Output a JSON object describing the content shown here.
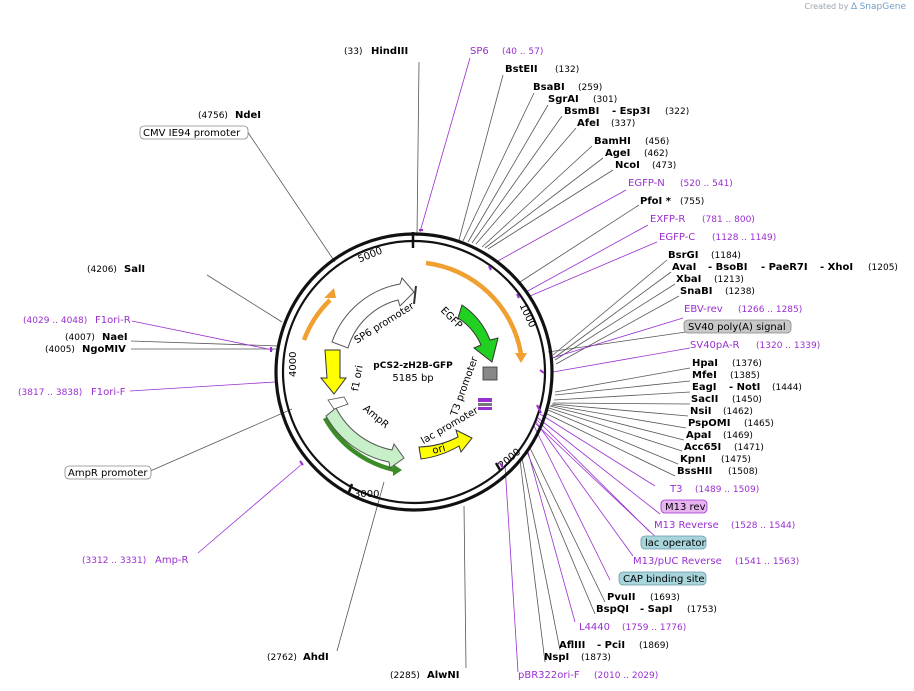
{
  "brand": {
    "created_by": "Created by",
    "product": "SnapGene"
  },
  "plasmid": {
    "name": "pCS2-zH2B-GFP",
    "size": "5185 bp",
    "length": 5185
  },
  "ticks": [
    "1000",
    "2000",
    "3000",
    "4000",
    "5000"
  ],
  "sites_right": [
    {
      "name": "BstEII",
      "pos": "(132)"
    },
    {
      "name": "BsaBI",
      "pos": "(259)"
    },
    {
      "name": "SgrAI",
      "pos": "(301)"
    },
    {
      "name": "BsmBI",
      "name2": "- Esp3I",
      "pos": "(322)"
    },
    {
      "name": "AfeI",
      "pos": "(337)"
    },
    {
      "name": "BamHI",
      "pos": "(456)"
    },
    {
      "name": "AgeI",
      "pos": "(462)"
    },
    {
      "name": "NcoI",
      "pos": "(473)"
    },
    {
      "name": "PfoI *",
      "pos": "(755)"
    },
    {
      "name": "BsrGI",
      "pos": "(1184)"
    },
    {
      "name": "AvaI",
      "name2": "- BsoBI",
      "name3": "- PaeR7I",
      "name4": "- XhoI",
      "pos": "(1205)"
    },
    {
      "name": "XbaI",
      "pos": "(1213)"
    },
    {
      "name": "SnaBI",
      "pos": "(1238)"
    },
    {
      "name": "HpaI",
      "pos": "(1376)"
    },
    {
      "name": "MfeI",
      "pos": "(1385)"
    },
    {
      "name": "EagI",
      "name2": "- NotI",
      "pos": "(1444)"
    },
    {
      "name": "SacII",
      "pos": "(1450)"
    },
    {
      "name": "NsiI",
      "pos": "(1462)"
    },
    {
      "name": "PspOMI",
      "pos": "(1465)"
    },
    {
      "name": "ApaI",
      "pos": "(1469)"
    },
    {
      "name": "Acc65I",
      "pos": "(1471)"
    },
    {
      "name": "KpnI",
      "pos": "(1475)"
    },
    {
      "name": "BssHII",
      "pos": "(1508)"
    },
    {
      "name": "PvuII",
      "pos": "(1693)"
    },
    {
      "name": "BspQI",
      "name2": "- SapI",
      "pos": "(1753)"
    },
    {
      "name": "AflIII",
      "name2": "- PciI",
      "pos": "(1869)"
    },
    {
      "name": "NspI",
      "pos": "(1873)"
    }
  ],
  "sites_left": [
    {
      "name": "HindIII",
      "pos": "(33)"
    },
    {
      "name": "NdeI",
      "pos": "(4756)"
    },
    {
      "name": "SalI",
      "pos": "(4206)"
    },
    {
      "name": "NaeI",
      "pos": "(4007)"
    },
    {
      "name": "NgoMIV",
      "pos": "(4005)"
    },
    {
      "name": "AhdI",
      "pos": "(2762)"
    },
    {
      "name": "AlwNI",
      "pos": "(2285)"
    }
  ],
  "primers": [
    {
      "name": "SP6",
      "pos": "(40 .. 57)"
    },
    {
      "name": "EGFP-N",
      "pos": "(520 .. 541)"
    },
    {
      "name": "EXFP-R",
      "pos": "(781 .. 800)"
    },
    {
      "name": "EGFP-C",
      "pos": "(1128 .. 1149)"
    },
    {
      "name": "EBV-rev",
      "pos": "(1266 .. 1285)"
    },
    {
      "name": "SV40pA-R",
      "pos": "(1320 .. 1339)"
    },
    {
      "name": "T3",
      "pos": "(1489 .. 1509)"
    },
    {
      "name": "M13 Reverse",
      "pos": "(1528 .. 1544)"
    },
    {
      "name": "M13/pUC Reverse",
      "pos": "(1541 .. 1563)"
    },
    {
      "name": "L4440",
      "pos": "(1759 .. 1776)"
    },
    {
      "name": "pBR322ori-F",
      "pos": "(2010 .. 2029)"
    },
    {
      "name": "F1ori-R",
      "pos": "(4029 .. 4048)"
    },
    {
      "name": "F1ori-F",
      "pos": "(3817 .. 3838)"
    },
    {
      "name": "Amp-R",
      "pos": "(3312 .. 3331)"
    }
  ],
  "boxed_labels": {
    "sv40": "SV40 poly(A) signal",
    "m13rev": "M13 rev",
    "lacop": "lac operator",
    "cap": "CAP binding site",
    "cmv": "CMV IE94 promoter",
    "ampr_prom": "AmpR promoter"
  },
  "features": {
    "sp6_promoter": "SP6 promoter",
    "egfp": "EGFP",
    "f1_ori": "f1 ori",
    "ampr": "AmpR",
    "t3_promoter": "T3 promoter",
    "lac_promoter": "lac promoter",
    "ori": "ori"
  },
  "colors": {
    "primer": "#9a2fd0",
    "egfp": "#22d022",
    "yellow": "#ffff00",
    "ampr_fill": "#c8f0c8",
    "orange_band": "#f0a030",
    "green_band": "#3c8c28",
    "sv40_box": "#c8c8c8",
    "m13rev_box": "#e8b4f0",
    "blue_box": "#a8d4dc"
  }
}
